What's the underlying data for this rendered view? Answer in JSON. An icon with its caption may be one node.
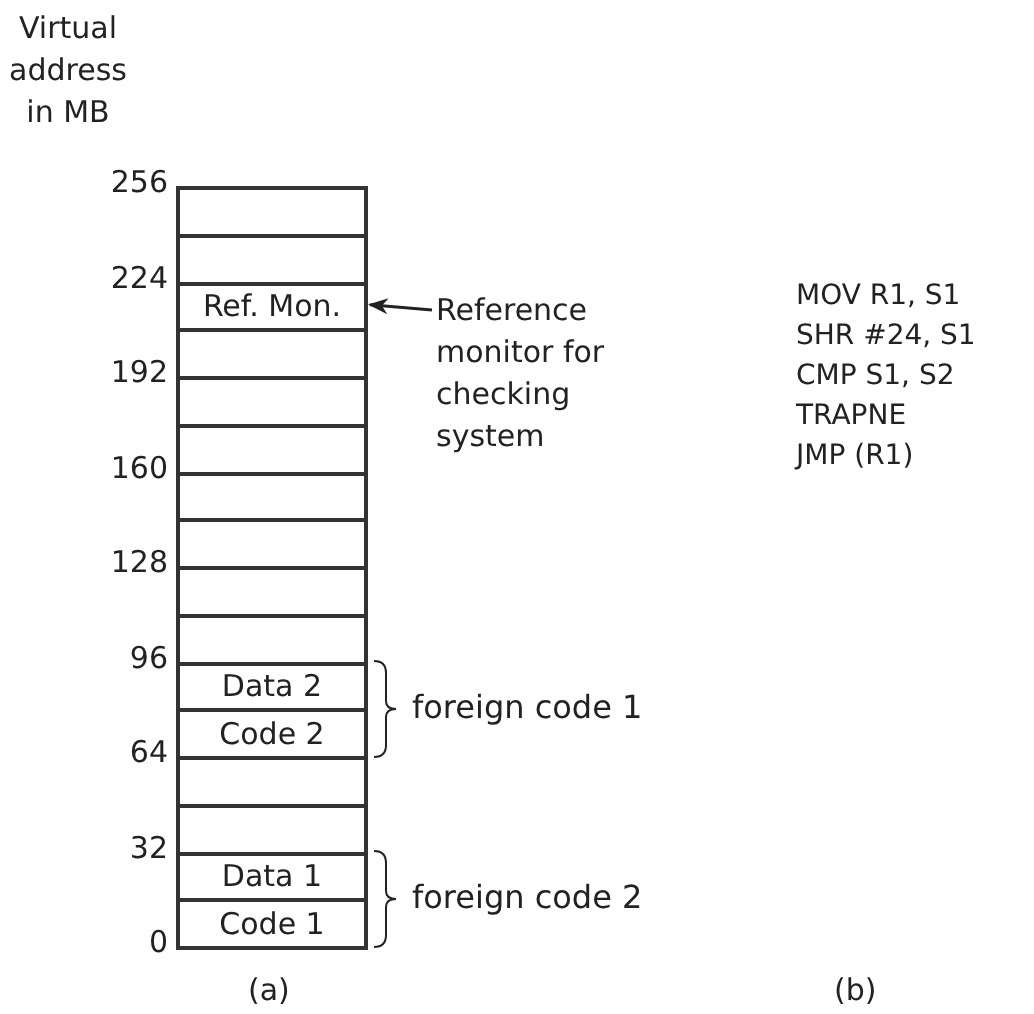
{
  "diagram": {
    "nodes": [
      {
        "text": [],
        "shape": "box"
      },
      {
        "text": [],
        "shape": "box"
      },
      {
        "text": [
          "Ref. Mon."
        ]
      },
      {
        "text": [],
        "shape": "box"
      },
      {
        "text": [],
        "shape": "box"
      },
      {
        "text": [],
        "shape": "box"
      },
      {
        "text": [],
        "shape": "box"
      },
      {
        "text": [],
        "shape": "box"
      },
      {
        "text": [],
        "shape": "box"
      },
      {
        "text": [],
        "shape": "box"
      },
      {
        "text": [
          "Data 2"
        ]
      },
      {
        "text": [
          "Code 2"
        ]
      },
      {
        "text": [],
        "shape": "box"
      },
      {
        "text": [],
        "shape": "box"
      },
      {
        "text": [
          "Data 1"
        ]
      },
      {
        "text": [
          "Code 1"
        ]
      },
      {
        "text": [
          "Reference monitor for checking system"
        ]
      }
    ],
    "edges": [
      {
        "from": 16,
        "to": 2,
        "arrow": "to"
      }
    ],
    "labels": [
      "Virtual address in MB",
      "256",
      "224",
      "192",
      "160",
      "128",
      "96",
      "64",
      "32",
      "0",
      "foreign code 1",
      "foreign code 2",
      "MOV R1, S1",
      "SHR #24, S1",
      "CMP S1, S2",
      "TRAPNE",
      "JMP (R1)",
      "(a)",
      "(b)"
    ]
  }
}
